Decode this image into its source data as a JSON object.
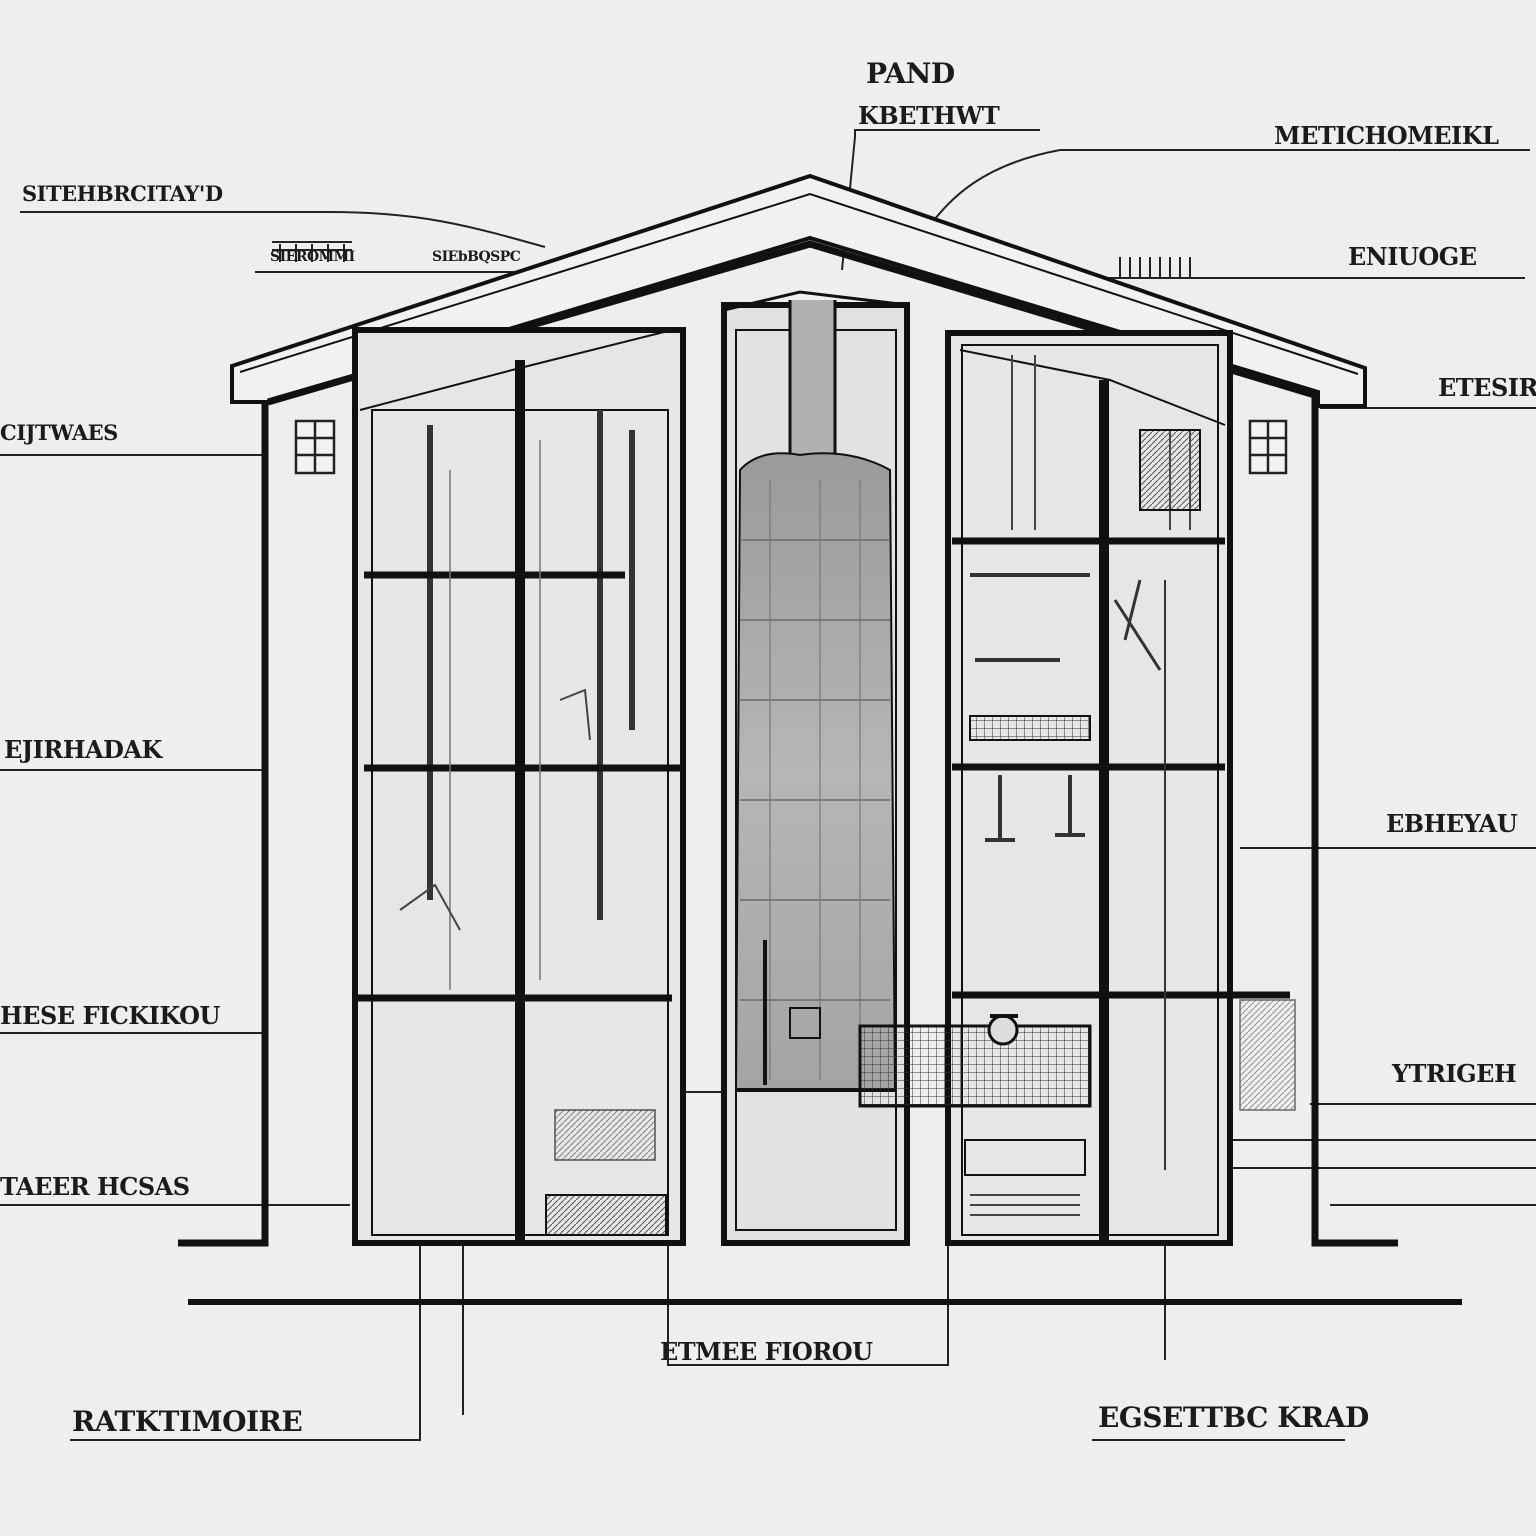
{
  "labels": {
    "top_center_1": "PAND",
    "top_center_2": "KBETHWT",
    "top_left": "SITEHBRCITAY'D",
    "top_right": "METICHOMEIKL",
    "roof_left_a": "SIEROMMI",
    "roof_left_b": "SIEbBQSPC",
    "roof_right_a": "ENIUOGE",
    "left_1": "CIJTWAES",
    "left_2": "EJIRHADAK",
    "left_3": "HESE FICKIKOU",
    "left_4": "TAEER HCSAS",
    "right_1": "ETESIR",
    "right_2": "EBHEYAU",
    "right_3": "YTRIGEH",
    "bottom_center": "ETMEE FIOROU",
    "bottom_left": "RATKTIMOIRE",
    "bottom_right": "EGSETTBC KRAD"
  }
}
